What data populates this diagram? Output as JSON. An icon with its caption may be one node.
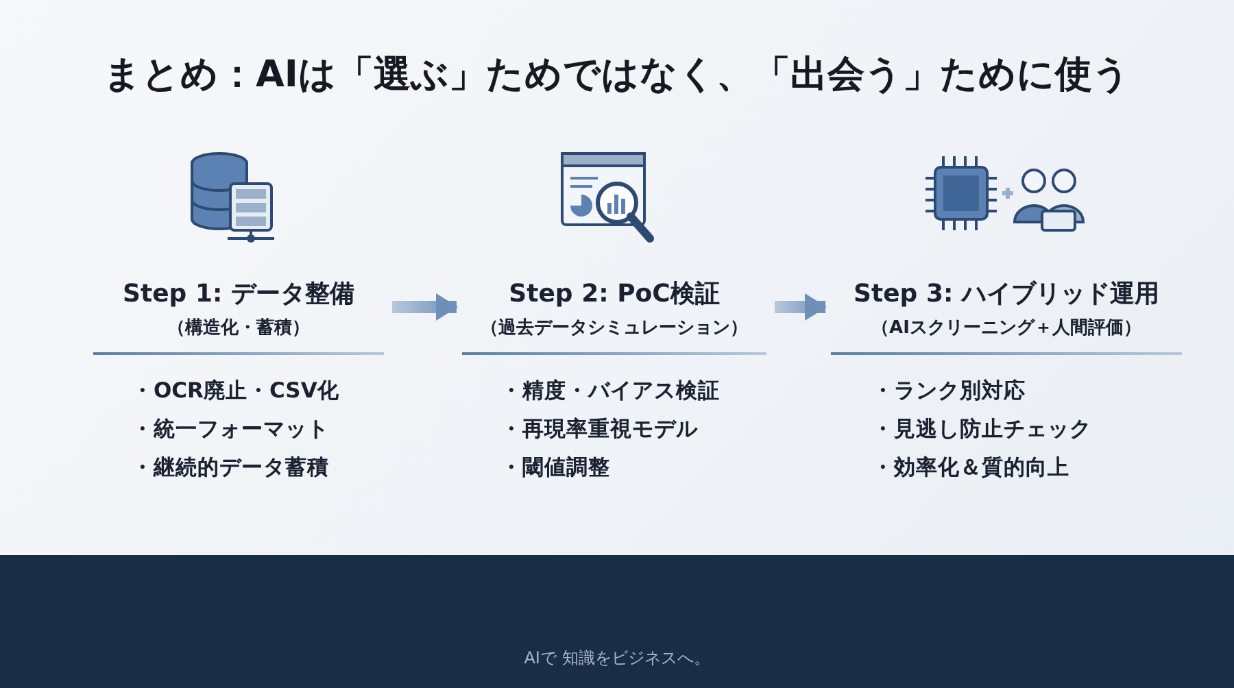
{
  "diagram": {
    "title": "まとめ：AIは「選ぶ」ためではなく、「出会う」ために使う",
    "nodes": [
      {
        "text": [
          "Step 1: データ整備",
          "（構造化・蓄積）",
          "・OCR廃止・CSV化",
          "・統一フォーマット",
          "・継続的データ蓄積"
        ]
      },
      {
        "text": [
          "Step 2: PoC検証",
          "（過去データシミュレーション）",
          "・精度・バイアス検証",
          "・再現率重視モデル",
          "・閾値調整"
        ]
      },
      {
        "text": [
          "Step 3: ハイブリッド運用",
          "（AIスクリーニング＋人間評価）",
          "・ランク別対応",
          "・見逃し防止チェック",
          "・効率化＆質的向上"
        ]
      }
    ],
    "edges": [
      {
        "from": 0,
        "to": 1,
        "arrow": "to"
      },
      {
        "from": 1,
        "to": 2,
        "arrow": "to"
      }
    ],
    "labels": [
      "AIで 知識をビジネスへ。"
    ]
  }
}
